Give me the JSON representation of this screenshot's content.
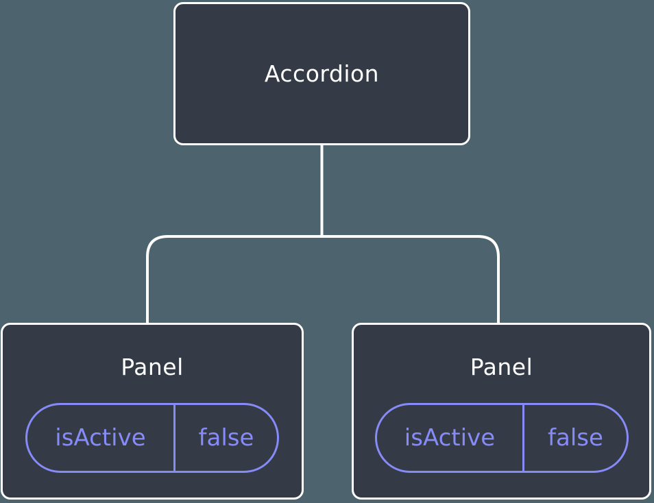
{
  "diagram": {
    "type": "component-tree",
    "root": {
      "label": "Accordion"
    },
    "children": [
      {
        "label": "Panel",
        "state": {
          "name": "isActive",
          "value": "false"
        }
      },
      {
        "label": "Panel",
        "state": {
          "name": "isActive",
          "value": "false"
        }
      }
    ]
  },
  "colors": {
    "background": "#4d646e",
    "node_fill": "#343a46",
    "node_border": "#ffffff",
    "connector_line": "#ffffff",
    "state_accent": "#878bf7",
    "label_text": "#ffffff"
  }
}
